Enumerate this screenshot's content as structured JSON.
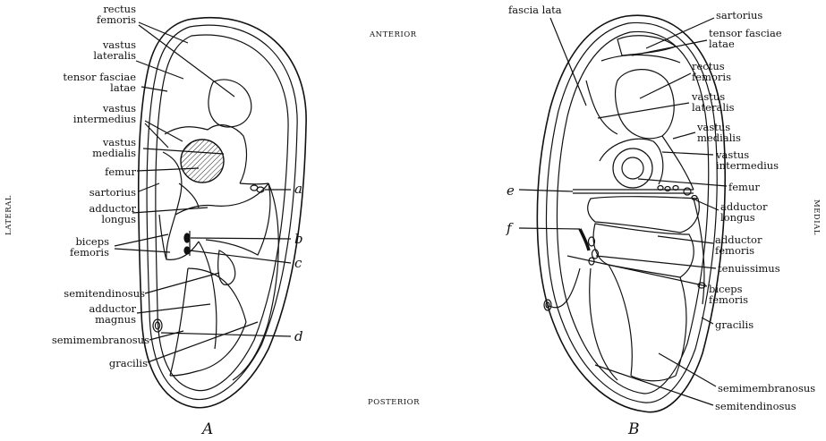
{
  "orientation": {
    "anterior": "ANTERIOR",
    "posterior": "POSTERIOR",
    "lateral": "LATERAL",
    "medial": "MEDIAL"
  },
  "panels": {
    "a": "A",
    "b": "B"
  },
  "panel_a": {
    "labels": [
      "rectus\nfemoris",
      "vastus\nlateralis",
      "tensor fasciae\nlatae",
      "vastus\nintermedius",
      "vastus\nmedialis",
      "femur",
      "sartorius",
      "adductor\nlongus",
      "biceps\nfemoris",
      "semitendinosus",
      "adductor\nmagnus",
      "semimembranosus",
      "gracilis"
    ],
    "letters": [
      "a",
      "b",
      "c",
      "d"
    ]
  },
  "panel_b": {
    "labels": [
      "fascia lata",
      "sartorius",
      "tensor fasciae\nlatae",
      "rectus\nfemoris",
      "vastus\nlateralis",
      "vastus\nmedialis",
      "vastus\nintermedius",
      "femur",
      "adductor\nlongus",
      "adductor\nfemoris",
      "tenuissimus",
      "biceps\nfemoris",
      "gracilis",
      "semimembranosus",
      "semitendinosus"
    ],
    "letters": [
      "e",
      "f"
    ]
  }
}
